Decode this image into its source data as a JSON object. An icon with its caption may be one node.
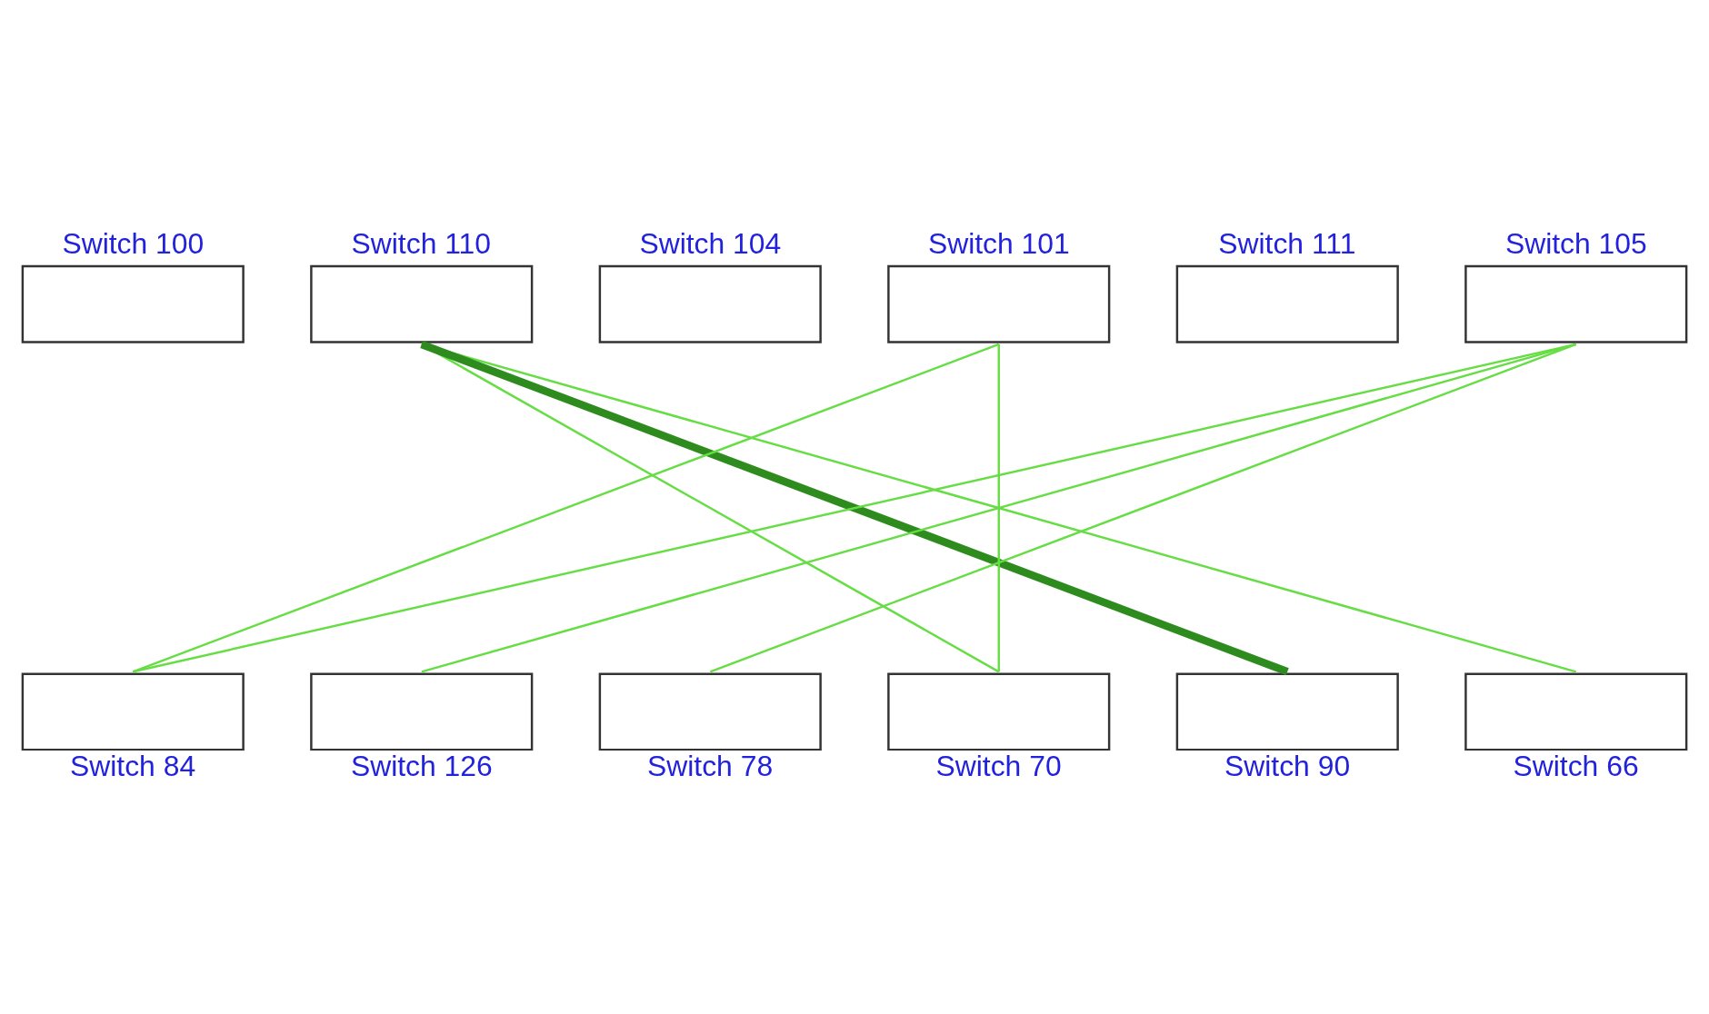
{
  "diagram": {
    "nodes": [
      {
        "text": [
          "Switch 100"
        ]
      },
      {
        "text": [
          "Switch 110"
        ]
      },
      {
        "text": [
          "Switch 104"
        ]
      },
      {
        "text": [
          "Switch 101"
        ]
      },
      {
        "text": [
          "Switch 111"
        ]
      },
      {
        "text": [
          "Switch 105"
        ]
      },
      {
        "text": [
          "Switch 84"
        ]
      },
      {
        "text": [
          "Switch 126"
        ]
      },
      {
        "text": [
          "Switch 78"
        ]
      },
      {
        "text": [
          "Switch 70"
        ]
      },
      {
        "text": [
          "Switch 90"
        ]
      },
      {
        "text": [
          "Switch 66"
        ]
      }
    ],
    "edges": [
      {
        "from": 1,
        "to": 9,
        "arrow": "none"
      },
      {
        "from": 1,
        "to": 11,
        "arrow": "none"
      },
      {
        "from": 1,
        "to": 10,
        "arrow": "none",
        "style": "thick",
        "color": "#2e8b1e"
      },
      {
        "from": 3,
        "to": 6,
        "arrow": "none"
      },
      {
        "from": 3,
        "to": 9,
        "arrow": "none"
      },
      {
        "from": 5,
        "to": 6,
        "arrow": "none"
      },
      {
        "from": 5,
        "to": 7,
        "arrow": "none"
      },
      {
        "from": 5,
        "to": 8,
        "arrow": "none"
      }
    ]
  }
}
